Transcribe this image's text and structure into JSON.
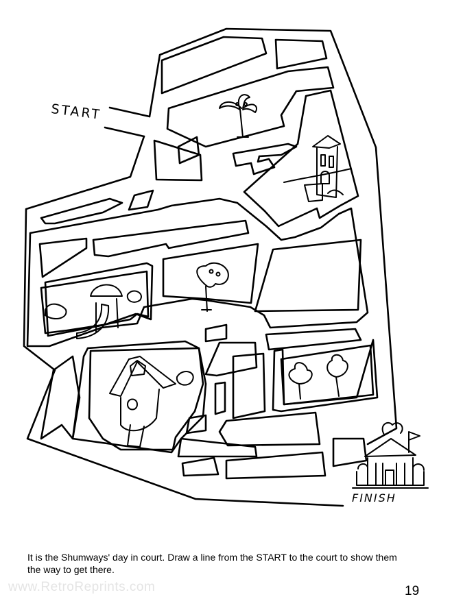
{
  "maze": {
    "start_label": "START",
    "finish_label": "FINISH"
  },
  "instructions": "It is the Shumways' day in court. Draw a line from the START to the court to show them the way to get there.",
  "watermark": "www.RetroReprints.com",
  "page_number": "19"
}
